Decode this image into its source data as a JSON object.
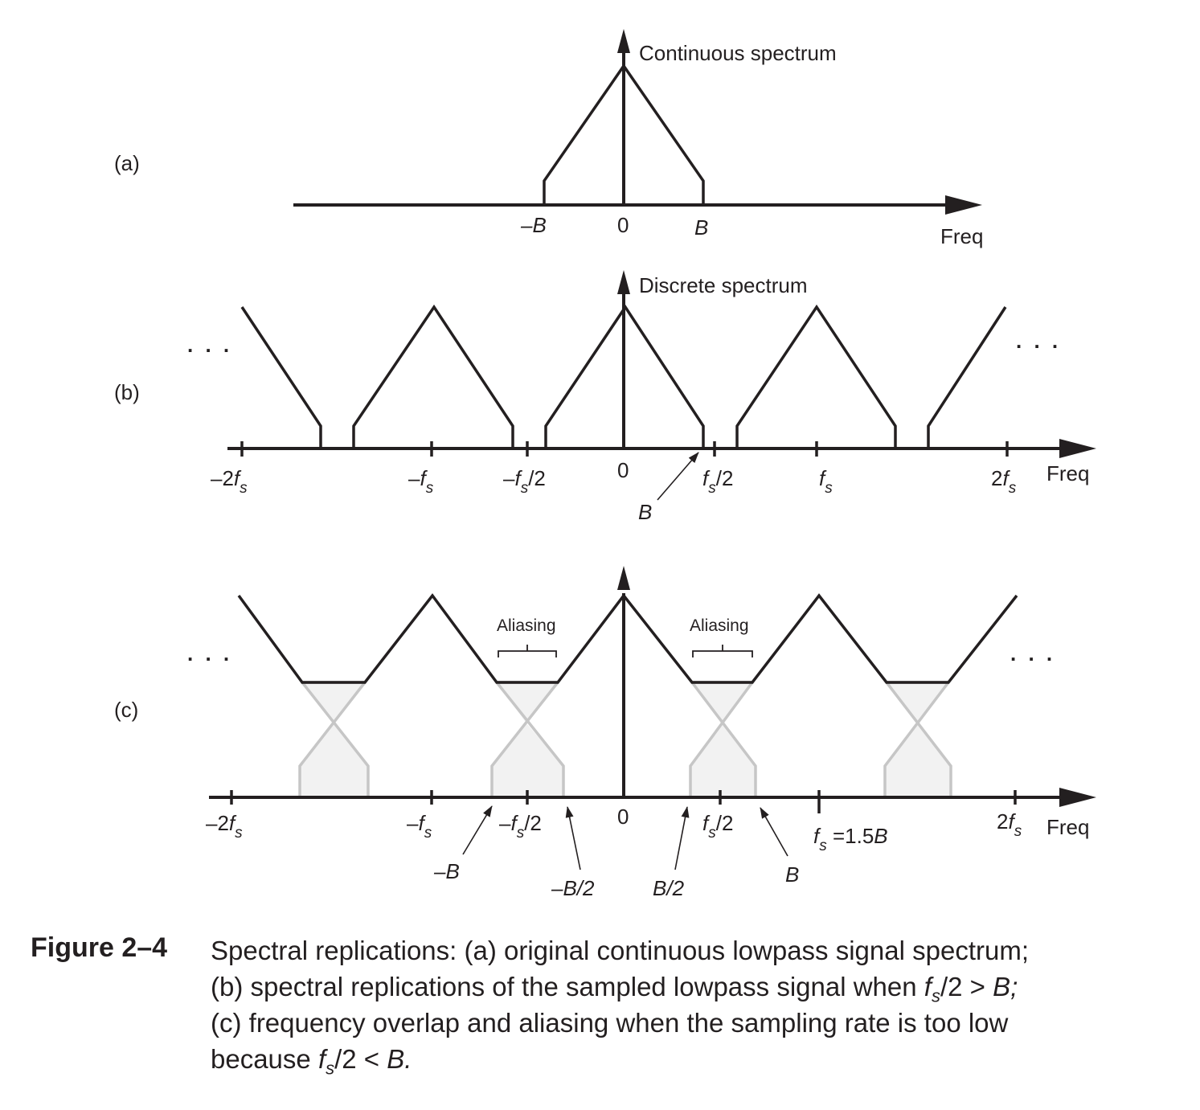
{
  "panels": {
    "a": {
      "label": "(a)",
      "title": "Continuous spectrum",
      "axis": "Freq",
      "tick_minus_b": "–B",
      "tick_zero": "0",
      "tick_b": "B"
    },
    "b": {
      "label": "(b)",
      "title": "Discrete spectrum",
      "axis": "Freq",
      "tick_zero": "0",
      "tick_b": "B",
      "tick_m2fs_a": "–2",
      "tick_mfs_a": "–",
      "tick_mhalf_a": "–",
      "tick_mhalf_b": "/2",
      "tick_half_b": "/2",
      "tick_2fs_a": "2",
      "f": "f",
      "s": "s",
      "ellipsis_left": ". . .",
      "ellipsis_right": ". . ."
    },
    "c": {
      "label": "(c)",
      "axis": "Freq",
      "aliasing_left": "Aliasing",
      "aliasing_right": "Aliasing",
      "tick_zero": "0",
      "tick_m2fs_a": "–2",
      "tick_mfs_a": "–",
      "tick_mhalf_a": "–",
      "tick_mhalf_b": "/2",
      "tick_half_b": "/2",
      "tick_fs_eq": " =1.5",
      "tick_fs_B": "B",
      "tick_2fs_a": "2",
      "ptr_minus_b": "–B",
      "ptr_minus_b2": "–B/2",
      "ptr_b2": "B/2",
      "ptr_b": "B",
      "f": "f",
      "s": "s",
      "ellipsis_left": ". . .",
      "ellipsis_right": ". . ."
    }
  },
  "caption": {
    "number": "Figure 2–4",
    "line1": "Spectral replications: (a) original continuous lowpass signal spectrum;",
    "line2a": "(b) spectral replications of the sampled lowpass signal when ",
    "line2b": "/2 > ",
    "line2c": "B;",
    "line3": "(c) frequency overlap and aliasing when the sampling rate is too low",
    "line4a": "because ",
    "line4b": "/2 < ",
    "line4c": "B.",
    "f": "f",
    "s": "s"
  },
  "colors": {
    "ink": "#231f20",
    "alias_fill": "#f2f2f2",
    "alias_line": "#c6c6c6"
  }
}
